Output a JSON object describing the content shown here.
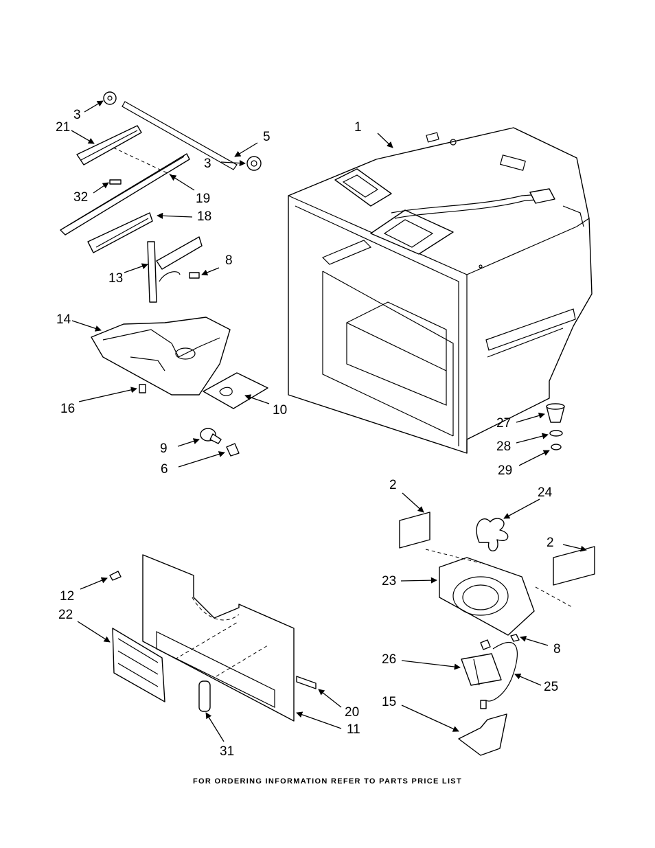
{
  "footer": "FOR ORDERING INFORMATION REFER TO PARTS PRICE LIST",
  "callouts": [
    "1",
    "2",
    "2",
    "3",
    "3",
    "5",
    "6",
    "8",
    "8",
    "9",
    "10",
    "11",
    "12",
    "13",
    "14",
    "15",
    "16",
    "18",
    "19",
    "20",
    "21",
    "22",
    "23",
    "24",
    "25",
    "26",
    "27",
    "28",
    "29",
    "31",
    "32"
  ]
}
